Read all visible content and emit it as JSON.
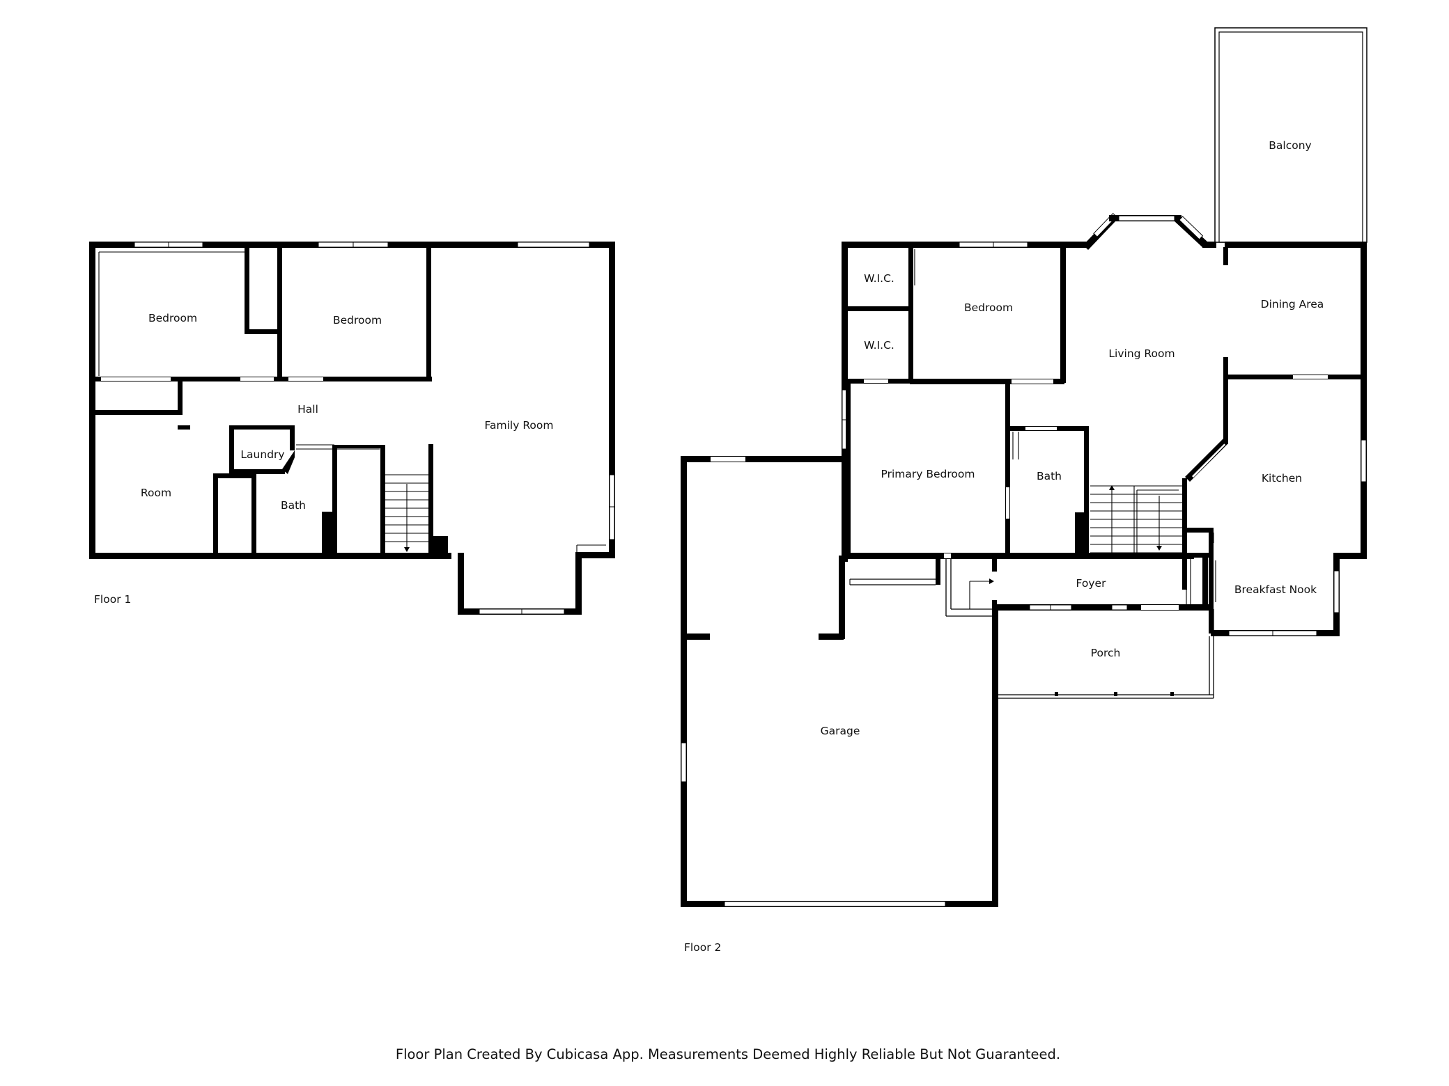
{
  "floors": [
    {
      "label": "Floor 1",
      "rooms": [
        "Bedroom",
        "Bedroom",
        "Hall",
        "Family Room",
        "Laundry",
        "Room",
        "Bath"
      ]
    },
    {
      "label": "Floor 2",
      "rooms": [
        "Balcony",
        "W.I.C.",
        "W.I.C.",
        "Bedroom",
        "Living Room",
        "Dining Area",
        "Primary Bedroom",
        "Bath",
        "Kitchen",
        "Foyer",
        "Breakfast Nook",
        "Porch",
        "Garage"
      ]
    }
  ],
  "footer": "Floor Plan Created By Cubicasa App. Measurements Deemed Highly Reliable But Not Guaranteed.",
  "colors": {
    "wall": "#000000",
    "background": "#ffffff"
  }
}
